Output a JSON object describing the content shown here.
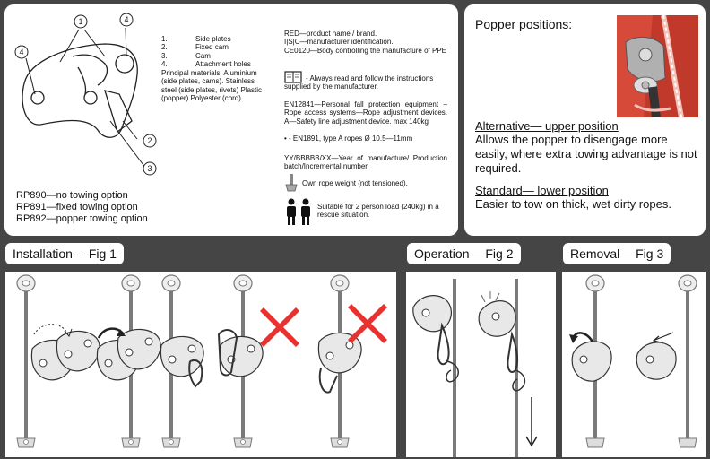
{
  "info": {
    "parts": [
      {
        "num": "1.",
        "name": "Side plates"
      },
      {
        "num": "2.",
        "name": "Fixed cam"
      },
      {
        "num": "3.",
        "name": "Cam"
      },
      {
        "num": "4.",
        "name": "Attachment holes"
      }
    ],
    "callouts": [
      "1",
      "4",
      "4",
      "2",
      "3"
    ],
    "materials": "Principal materials: Aluminium (side plates, cams). Stainless steel (side plates, rivets) Plastic (popper) Polyester (cord)",
    "models": [
      "RP890—no towing option",
      "RP891—fixed towing option",
      "RP892—popper towing option"
    ],
    "marking1": "RED—product name / brand.",
    "marking2": "I|S|C—manufacturer identification.",
    "marking3": "CE0120—Body controlling the manufacture of PPE",
    "instructions": "- Always read and follow the instructions supplied by the manufacturer.",
    "en12841": "EN12841—Personal fall protection equipment – Rope access systems—Rope adjustment devices. A—Safety line adjustment device. max 140kg",
    "en1891": "• - EN1891, type A ropes Ø 10.5—11mm",
    "batch": "YY/BBBBB/XX—Year of manufacture/ Production batch/Incremental number.",
    "rope_weight": "Own rope weight (not tensioned).",
    "two_person": "Suitable for 2 person load (240kg) in a rescue situation."
  },
  "popper": {
    "title": "Popper positions:",
    "alt_heading": "Alternative— upper position",
    "alt_text": "Allows the popper to disengage more easily, where extra towing advantage is not required.",
    "std_heading": "Standard— lower position",
    "std_text": "Easier to tow on thick, wet dirty ropes."
  },
  "tabs": {
    "installation": "Installation— Fig 1",
    "operation": "Operation— Fig 2",
    "removal": "Removal— Fig 3"
  },
  "colors": {
    "cross": "#e8322f",
    "rope": "#777777",
    "photo_red": "#c0392b"
  }
}
